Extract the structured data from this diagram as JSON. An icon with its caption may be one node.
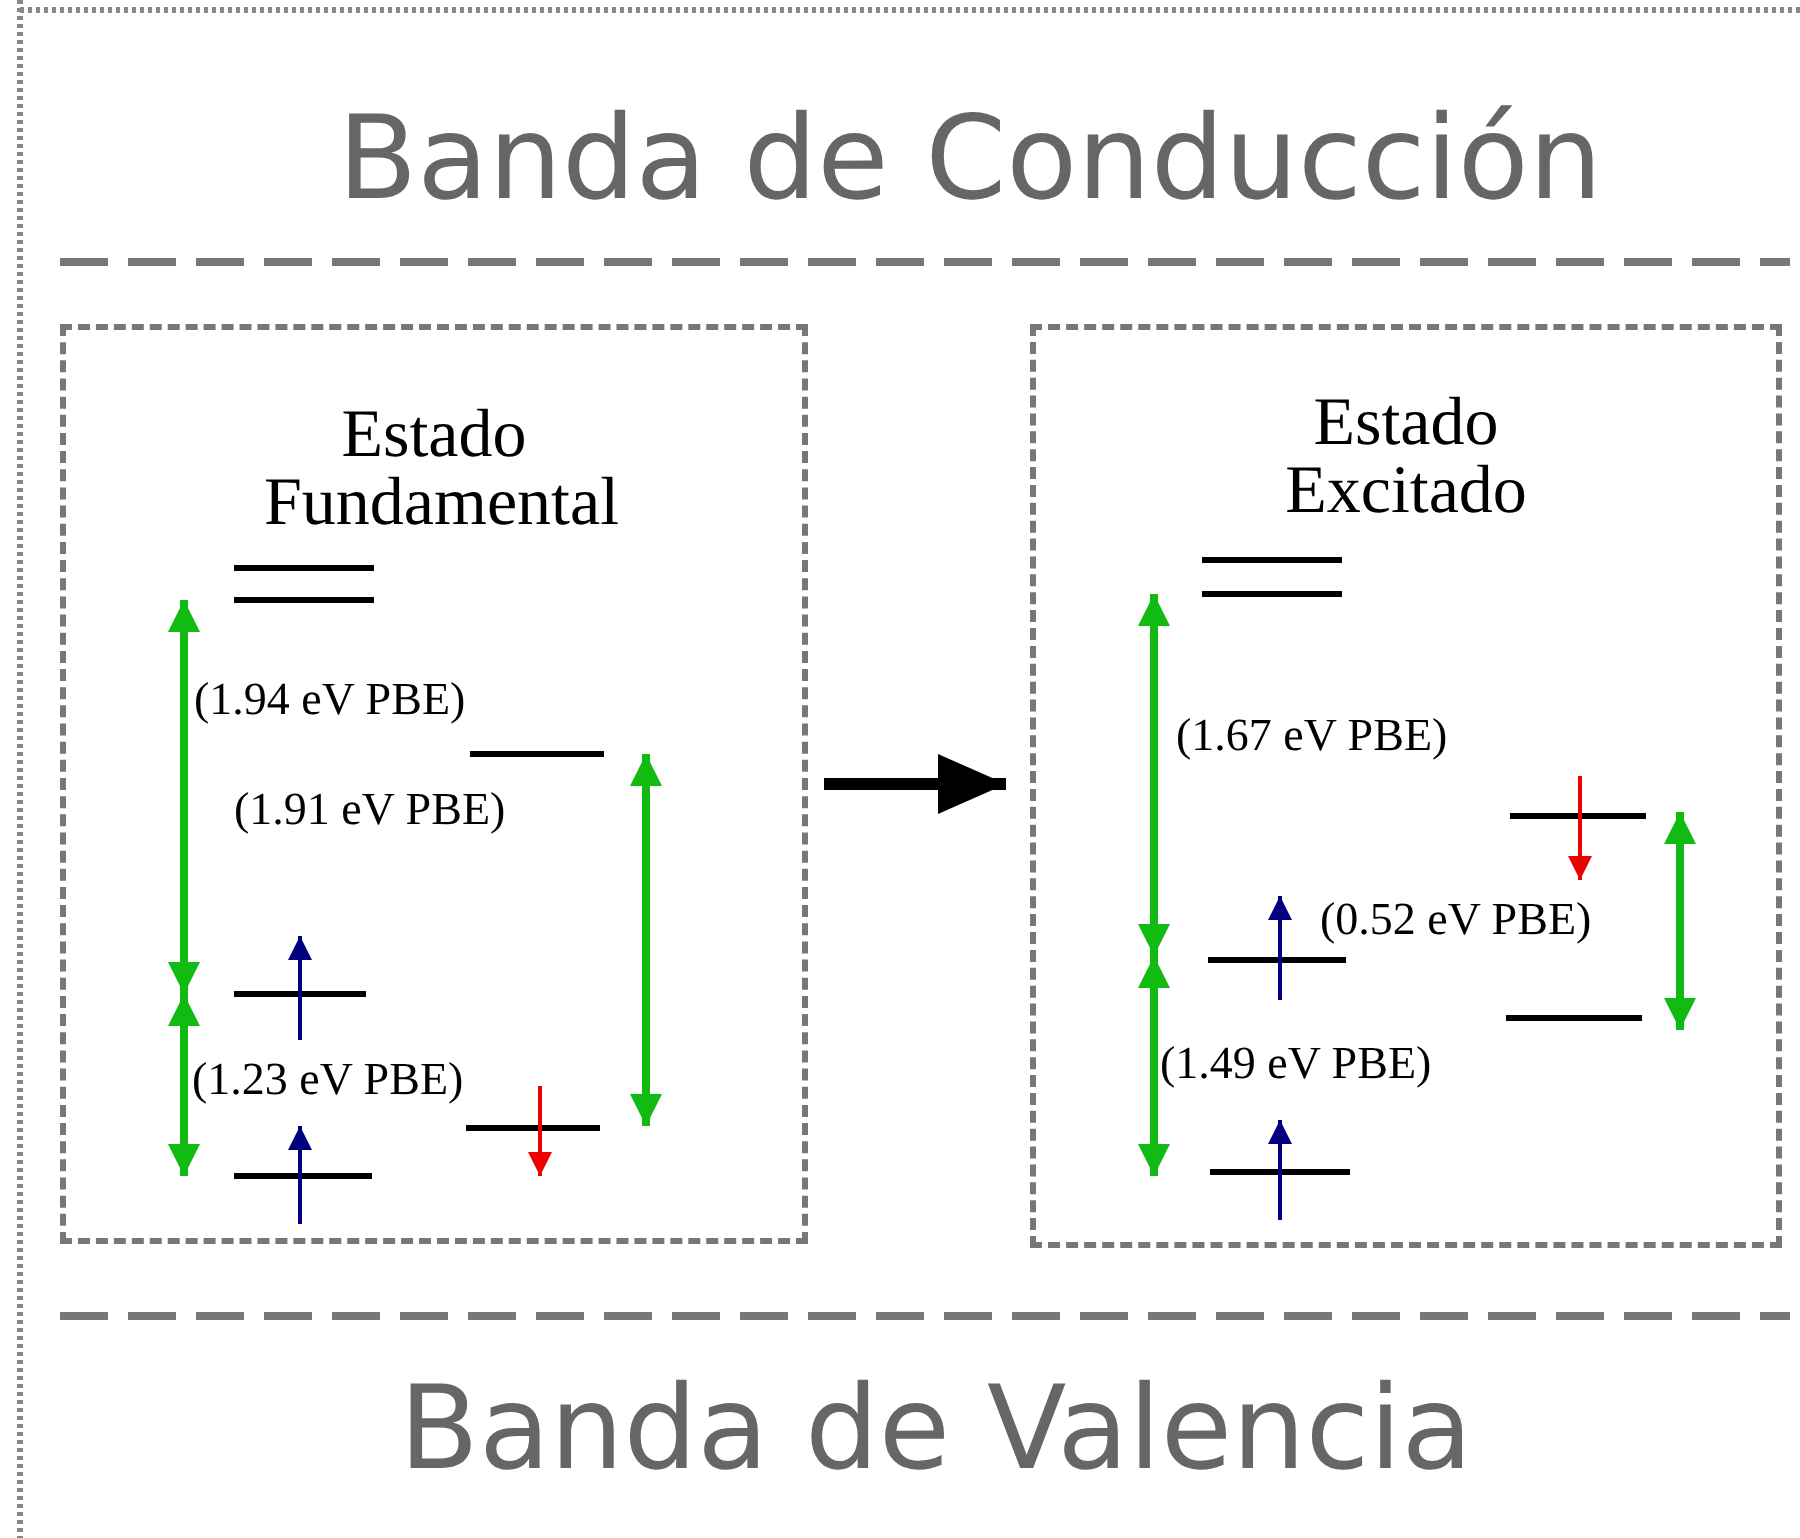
{
  "diagram": {
    "nodes": [
      {
        "text": [
          "Estado Fundamental"
        ]
      },
      {
        "text": [
          "Estado Excitado"
        ]
      }
    ],
    "edges": [
      {
        "from": 0,
        "to": 1,
        "arrow": "to"
      }
    ],
    "labels": [
      "Banda de Conducción",
      "(1.94 eV PBE)",
      "(1.91 eV PBE)",
      "(1.23 eV PBE)",
      "(1.67 eV PBE)",
      "(0.52 eV PBE)",
      "(1.49 eV PBE)",
      "Banda de Valencia"
    ]
  }
}
